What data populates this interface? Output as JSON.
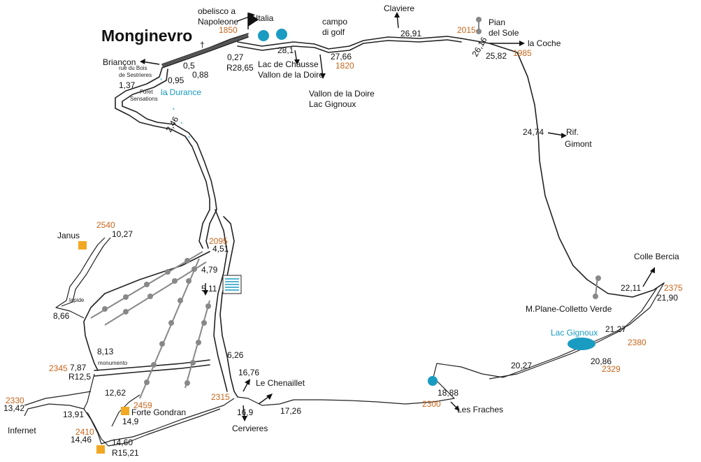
{
  "title": "Monginevro",
  "labels": {
    "italia": "Italia",
    "obelisco": [
      "obelisco a",
      "Napoleone"
    ],
    "campo_golf": [
      "campo",
      "di golf"
    ],
    "claviere": "Claviere",
    "pian_del_sole": [
      "Pian",
      "del Sole"
    ],
    "la_coche": "la Coche",
    "briancon": "Briançon",
    "rue_bois": [
      "rue du Bois",
      "de Sestrieres"
    ],
    "lac_chausse": [
      "Lac de Chausse",
      "Vallon de la Doire"
    ],
    "vallon_gignoux": [
      "Vallon de la Doire",
      "Lac Gignoux"
    ],
    "foret": [
      "Foret",
      "Sensations"
    ],
    "la_durance": "la Durance",
    "rif_gimont": [
      "Rif.",
      "Gimont"
    ],
    "janus": "Janus",
    "lapide": "lapide",
    "monumento": "monumento",
    "colle_bercia": "Colle Bercia",
    "mplane": "M.Plane-Colletto Verde",
    "lac_gignoux": "Lac Gignoux",
    "le_chenaillet": "Le Chenaillet",
    "cervieres": "Cervieres",
    "les_fraches": "Les Fraches",
    "forte_gondran": "Forte Gondran",
    "infernet": "Infernet"
  },
  "distances": {
    "d_28_1": "28,1",
    "d_0_27": "0,27",
    "d_0_5": "0,5",
    "d_r28_65": "R28,65",
    "d_0_88": "0,88",
    "d_0_95": "0,95",
    "d_1_37": "1,37",
    "d_26_91": "26,91",
    "d_27_66": "27,66",
    "d_26_16": "26,16",
    "d_25_82": "25,82",
    "d_2_46": "2,46",
    "d_24_74": "24,74",
    "d_10_27": "10,27",
    "d_4_51": "4,51",
    "d_4_79": "4,79",
    "d_5_11": "5,11",
    "d_8_66": "8,66",
    "d_8_13": "8,13",
    "d_7_87": "7,87",
    "d_r12_5": "R12,5",
    "d_12_62": "12,62",
    "d_6_26": "6,26",
    "d_16_76": "16,76",
    "d_16_9": "16,9",
    "d_17_26": "17,26",
    "d_18_88": "18,88",
    "d_20_27": "20,27",
    "d_20_86": "20,86",
    "d_21_27": "21,27",
    "d_22_11": "22,11",
    "d_21_90": "21,90",
    "d_13_42": "13,42",
    "d_13_91": "13,91",
    "d_14_46": "14,46",
    "d_14_9": "14,9",
    "d_14_60": "14,60",
    "d_r15_21": "R15,21"
  },
  "altitudes": {
    "a_1850": "1850",
    "a_1820": "1820",
    "a_2015": "2015",
    "a_1985": "1985",
    "a_2540": "2540",
    "a_2095": "2095",
    "a_2375": "2375",
    "a_2380": "2380",
    "a_2329": "2329",
    "a_2345": "2345",
    "a_2315": "2315",
    "a_2300": "2300",
    "a_2459": "2459",
    "a_2330": "2330",
    "a_2410": "2410"
  },
  "colors": {
    "route": "#222222",
    "altitude": "#c8651b",
    "water": "#1a9bc2",
    "lift": "#888888",
    "fort": "#f2a823"
  }
}
